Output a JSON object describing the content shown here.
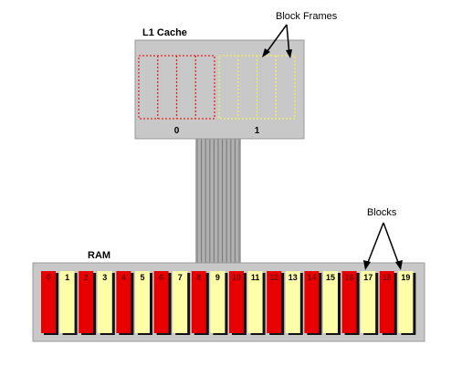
{
  "labels": {
    "cache": "L1 Cache",
    "ram": "RAM",
    "block_frames": "Block Frames",
    "blocks": "Blocks"
  },
  "cache_frames": [
    {
      "index": "0",
      "color": "#e82020"
    },
    {
      "index": "1",
      "color": "#f2f05a"
    }
  ],
  "ram_blocks": [
    "0",
    "1",
    "2",
    "3",
    "4",
    "5",
    "6",
    "7",
    "8",
    "9",
    "10",
    "11",
    "12",
    "13",
    "14",
    "15",
    "16",
    "17",
    "18",
    "19"
  ],
  "colors": {
    "box_fill": "#c8c8c8",
    "box_border": "#999999",
    "bus": "#8a8a8a",
    "red_block": "#e80000",
    "yellow_block": "#ffffa8",
    "shadow": "#111111"
  }
}
